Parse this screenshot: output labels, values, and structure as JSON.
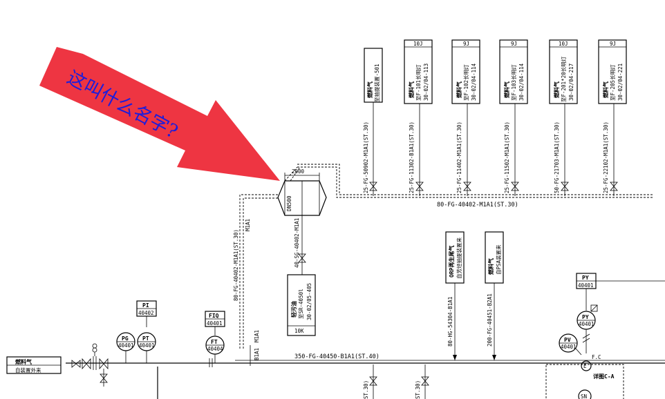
{
  "callout": {
    "text": "这叫什么名字?",
    "fill": "#ee3542",
    "text_color": "#1d1ddb"
  },
  "top_boxes": [
    {
      "header": "",
      "line1": "燃料气",
      "line2": "至抽提装置-501",
      "line3": "",
      "pipe": "25-FG-50902-M1A1(ST.30)"
    },
    {
      "header": "10J",
      "line1": "燃料气",
      "line2": "至F-101长明灯",
      "line3": "30-02/04-113",
      "pipe": "25-FG-11302-B1A1(ST.30)"
    },
    {
      "header": "9J",
      "line1": "燃料气",
      "line2": "至F-102长明灯",
      "line3": "30-02/04-114",
      "pipe": "25-FG-11402-M1A1(ST.30)"
    },
    {
      "header": "9J",
      "line1": "燃料气",
      "line2": "至F-103长明灯",
      "line3": "30-02/04-114",
      "pipe": "25-FG-11502-M1A1(ST.30)"
    },
    {
      "header": "10J",
      "line1": "燃料气",
      "line2": "至F-201*20长明灯",
      "line3": "30-02/04-217",
      "pipe": "50-FG-21703-M1A1(ST.30)"
    },
    {
      "header": "9J",
      "line1": "燃料气",
      "line2": "至F-205长明灯",
      "line3": "30-02/04-221",
      "pipe": "25-FG-22102-M1A1(ST.30)"
    }
  ],
  "header_main": "80-FG-40402-M1A1(ST.30)",
  "separator": {
    "dim_width": "2000",
    "dim_dia": "DN500"
  },
  "drain_line": "40-SG-40402-M1A1",
  "drain_tank": {
    "line1": "轻污油",
    "line2": "至SR-4050l",
    "line3": "30-02/05-405",
    "footer": "10K"
  },
  "riser_line": "80-FG-40402-M1A1(ST.30)",
  "riser_spec": "M1A1",
  "branch_boxes": [
    {
      "line1": "ORP再生尾气",
      "line2": "自芳烃抽提装置来",
      "pipe": "80-HG-54304-B1A1"
    },
    {
      "line1": "燃料气",
      "line2": "自PSA装置来",
      "pipe": "200-FG-40451-B2A1"
    }
  ],
  "inlet_box": {
    "line1": "燃料气",
    "line2": "自装置外来"
  },
  "main_line": "350-FG-40450-B1A1(ST.40)",
  "spec_change": {
    "upper": "M1A1",
    "lower": "B1A1"
  },
  "instruments": {
    "PI": {
      "tag": "PI",
      "num": "40402"
    },
    "PG": {
      "tag": "PG",
      "num": "40401"
    },
    "PT": {
      "tag": "PT",
      "num": "40401"
    },
    "FIQ": {
      "tag": "FIQ",
      "num": "40401"
    },
    "FT": {
      "tag": "FT",
      "num": "40404"
    },
    "PY_box": {
      "tag": "PY",
      "num": "40401"
    },
    "PY_circle": {
      "tag": "PY",
      "num": "40401"
    },
    "PV": {
      "tag": "PV",
      "num": "40401"
    },
    "E": {
      "tag": "E"
    },
    "FC": {
      "tag": "F.C"
    },
    "SN": {
      "tag": "SN"
    }
  },
  "detail_note": "详图C-A",
  "bottom_frag1": "ST.30)",
  "bottom_frag2": "ST.30)"
}
